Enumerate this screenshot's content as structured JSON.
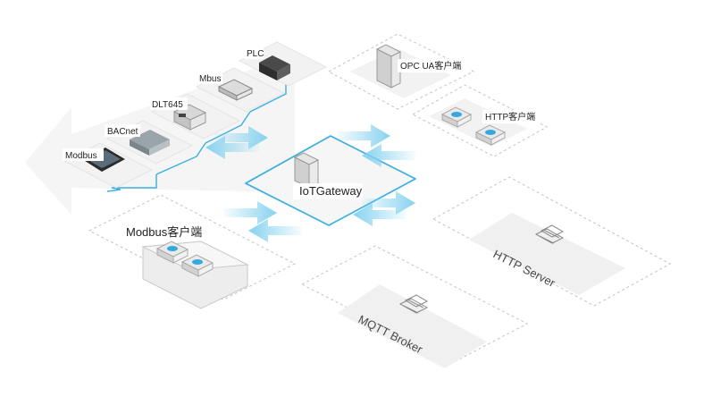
{
  "devices": [
    {
      "label": "Modbus"
    },
    {
      "label": "BACnet"
    },
    {
      "label": "DLT645"
    },
    {
      "label": "Mbus"
    },
    {
      "label": "PLC"
    }
  ],
  "gateway": {
    "label": "IoTGateway"
  },
  "clients": {
    "opcua": "OPC UA客户端",
    "http": "HTTP客户端",
    "modbus": "Modbus客户端"
  },
  "servers": {
    "http_server": "HTTP Server",
    "mqtt_broker": "MQTT Broker"
  },
  "colors": {
    "link": "#3aaee0",
    "arrow": "#7fd0ee",
    "dash": "#bdbdbd",
    "platform": "#f0f0f0",
    "cloud": "#35a9dc"
  },
  "icons": [
    "server-cabinet-icon",
    "building-icon",
    "cloud-device-icon",
    "left-arrow-icon"
  ]
}
